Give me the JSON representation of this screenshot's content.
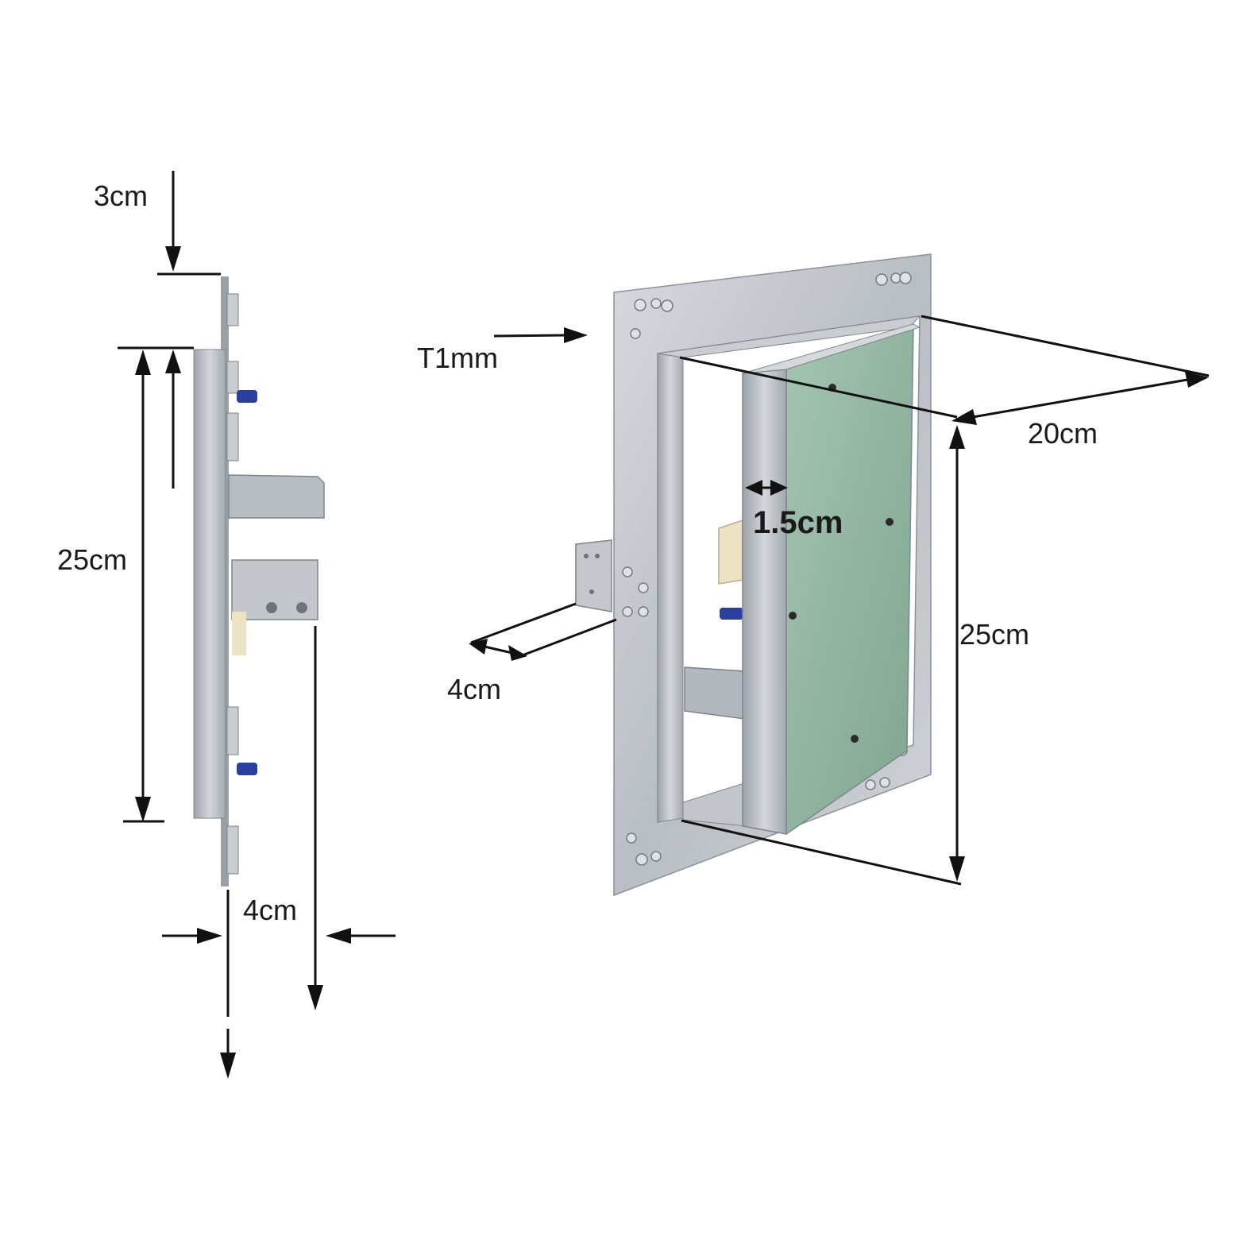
{
  "side_view": {
    "labels": {
      "flange": "3cm",
      "height": "25cm",
      "depth": "4cm"
    }
  },
  "front_view": {
    "labels": {
      "thickness": "T1mm",
      "width": "20cm",
      "height": "25cm",
      "gap": "1.5cm",
      "depth": "4cm"
    }
  },
  "colors": {
    "aluminum": "#b7bcc2",
    "aluminum_dark": "#8e949b",
    "board_green": "#8fb3a0",
    "plug_blue": "#2b3f9e",
    "latch_cream": "#ece3c4"
  }
}
